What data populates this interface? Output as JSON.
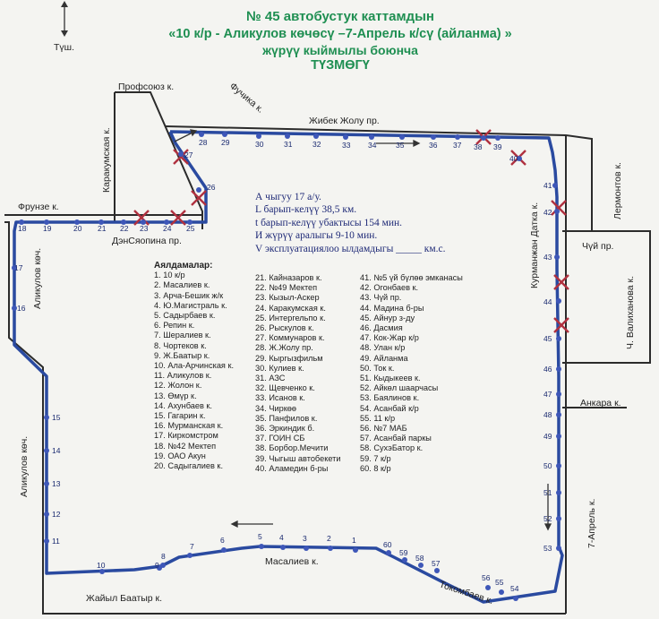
{
  "title": {
    "line1": "№ 45 автобустук каттамдын",
    "line2": "«10 к/р - Аликулов көчөсү –7-Апрель к/сү (айланма) »",
    "line3": "жүрүү кыймылы боюнча",
    "line4": "ТҮЗМӨГҮ"
  },
  "compass": {
    "label": "Түш."
  },
  "info": {
    "line1": "А чыгуу  17  а/у.",
    "line2": "L барып-келүү  38,5  км.",
    "line3": "t барып-келүү убактысы  154 мин.",
    "line4": "И жүрүү аралыгы 9-10  мин.",
    "line5": "V эксплуатациялоо ылдамдыгы _____ км.с."
  },
  "legend": {
    "heading": "Аялдамалар:",
    "items": [
      "1. 10 к/р",
      "2. Масалиев к.",
      "3. Арча-Бешик ж/к",
      "4. Ю.Магистраль к.",
      "5. Садырбаев к.",
      "6. Репин к.",
      "7. Шералиев к.",
      "8. Чортеков к.",
      "9. Ж.Баатыр к.",
      "10. Ала-Арчинская к.",
      "11. Аликулов к.",
      "12. Жолон к.",
      "13. Өмүр к.",
      "14. Ахунбаев к.",
      "15. Гагарин к.",
      "16. Мурманская к.",
      "17. Киркомстром",
      "18. №42 Мектеп",
      "19. ОАО Акун",
      "20. Садыгалиев к.",
      "21. Кайназаров к.",
      "22. №49 Мектеп",
      "23. Кызыл-Аскер",
      "24. Каракумская к.",
      "25. Интергельпо к.",
      "26. Рыскулов к.",
      "27. Коммунаров к.",
      "28. Ж.Жолу пр.",
      "29. Кыргызфильм",
      "30. Кулиев к.",
      "31. АЗС",
      "32. Щевченко к.",
      "33. Исанов к.",
      "34. Чиркөө",
      "35. Панфилов к.",
      "36. Эркиндик б.",
      "37. ГОИН СБ",
      "38. Борбор.Мечити",
      "39. Чыгыш автобекети",
      "40. Аламедин б-ры",
      "41. №5 үй бүлөө эмканасы",
      "42. Огонбаев к.",
      "43. Чүй пр.",
      "44. Мадина б-ры",
      "45. Айнур з-ду",
      "46. Дасмия",
      "47. Кок-Жар к/р",
      "48. Улан к/р",
      "49. Айланма",
      "50. Ток к.",
      "51. Кыдыкеев к.",
      "52. Айкөл шаарчасы",
      "53. Баялинов к.",
      "54. Асанбай к/р",
      "55. 11 к/р",
      "56. №7 МАБ",
      "57. Асанбай паркы",
      "58. СухэБатор к.",
      "59. 7 к/р",
      "60. 8 к/р"
    ]
  },
  "streets": {
    "profsoyuz": "Профсоюз к.",
    "fuchika": "Фучика к.",
    "zhibek": "Жибек Жолу пр.",
    "karakum": "Каракумская к.",
    "frunze": "Фрунзе к.",
    "densyaopina": "ДэнСяопина пр.",
    "alikulov1": "Аликулов көч.",
    "alikulov2": "Аликулов көч.",
    "kurmanjan": "Курманжан Датка к.",
    "lermontov": "Лермонтов к.",
    "chuy": "Чүй пр.",
    "valikhanov": "Ч. Валиханова к.",
    "ankara": "Анкара  к.",
    "april7": "7-Апрель к.",
    "masaliev": "Масалиев к.",
    "zhaiyl": "Жайыл Баатыр к.",
    "tokombaev": "Токомбаев к."
  },
  "stops": {
    "n1": "1",
    "n2": "2",
    "n3": "3",
    "n4": "4",
    "n5": "5",
    "n6": "6",
    "n7": "7",
    "n8": "8",
    "n9": "9",
    "n10": "10",
    "n11": "11",
    "n12": "12",
    "n13": "13",
    "n14": "14",
    "n15": "15",
    "n16": "16",
    "n17": "17",
    "n18": "18",
    "n19": "19",
    "n20": "20",
    "n21": "21",
    "n22": "22",
    "n23": "23",
    "n24": "24",
    "n25": "25",
    "n26": "26",
    "n27": "27",
    "n28": "28",
    "n29": "29",
    "n30": "30",
    "n31": "31",
    "n32": "32",
    "n33": "33",
    "n34": "34",
    "n35": "35",
    "n36": "36",
    "n37": "37",
    "n38": "38",
    "n39": "39",
    "n40": "40",
    "n41": "41",
    "n42": "42",
    "n43": "43",
    "n44": "44",
    "n45": "45",
    "n46": "46",
    "n47": "47",
    "n48": "48",
    "n49": "49",
    "n50": "50",
    "n51": "51",
    "n52": "52",
    "n53": "53",
    "n54": "54",
    "n55": "55",
    "n56": "56",
    "n57": "57",
    "n58": "58",
    "n59": "59",
    "n60": "60"
  },
  "colors": {
    "route": "#2a4aa0",
    "street": "#2b2b2b",
    "closed": "#b0313f",
    "title": "#1f8f52"
  }
}
